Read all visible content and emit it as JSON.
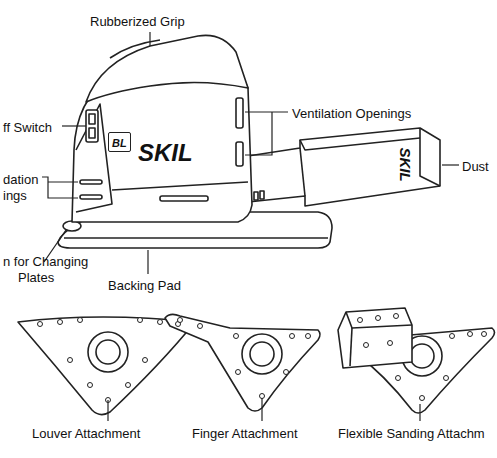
{
  "diagram": {
    "nodes": [
      {
        "text": [
          "BL"
        ]
      }
    ],
    "labels": [
      "Rubberized Grip",
      "ff Switch",
      "Ventilation Openings",
      "dation",
      "ings",
      "SKIL",
      "Dust",
      "SKIL",
      "n for Changing",
      "Plates",
      "Backing Pad",
      "Louver Attachment",
      "Finger Attachment",
      "Flexible Sanding Attachm"
    ]
  }
}
